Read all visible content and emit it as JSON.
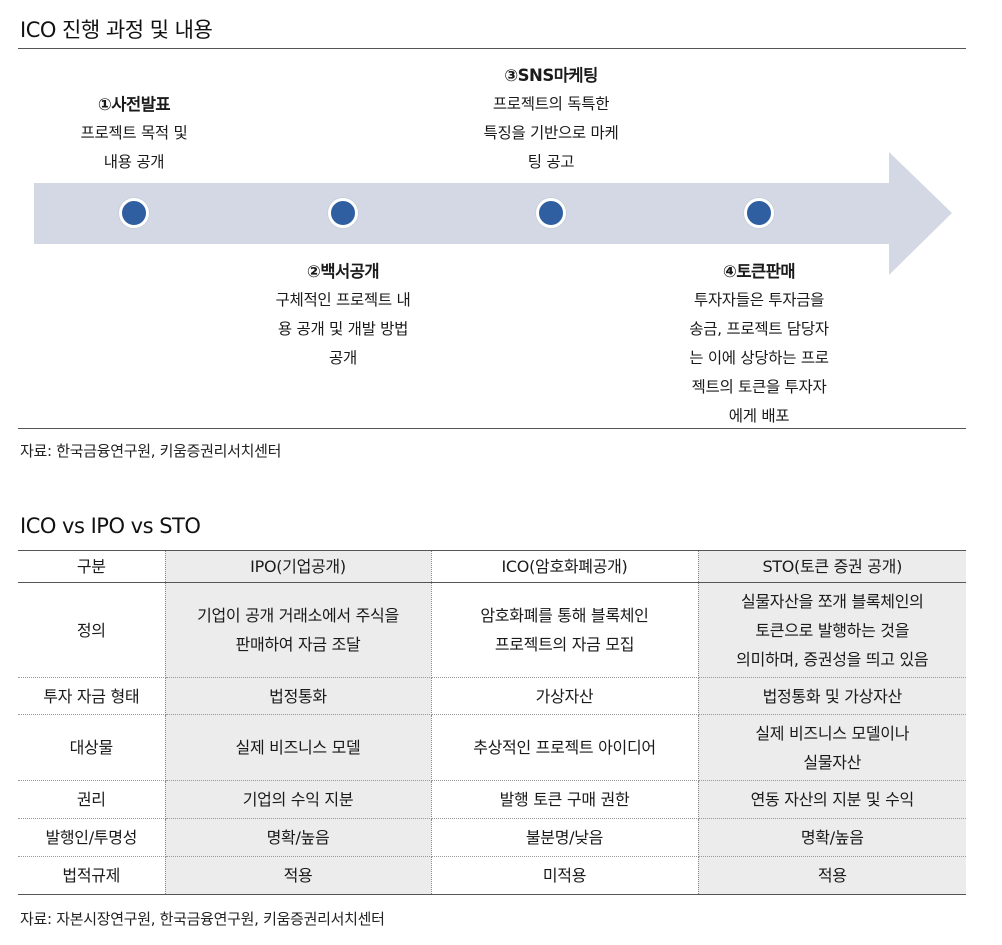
{
  "section1": {
    "title": "ICO 진행 과정 및 내용",
    "steps": [
      {
        "title": "①사전발표",
        "desc": "프로젝트 목적 및\n내용 공개"
      },
      {
        "title": "②백서공개",
        "desc": "구체적인 프로젝트 내\n용 공개 및 개발 방법\n공개"
      },
      {
        "title": "③SNS마케팅",
        "desc": "프로젝트의 독특한\n특징을 기반으로 마케\n팅 공고"
      },
      {
        "title": "④토큰판매",
        "desc": "투자자들은 투자금을\n송금, 프로젝트 담당자\n는 이에 상당하는 프로\n젝트의 토큰을 투자자\n에게 배포"
      }
    ],
    "source": "자료: 한국금융연구원, 키움증권리서치센터"
  },
  "section2": {
    "title": "ICO vs IPO vs STO",
    "headers": [
      "구분",
      "IPO(기업공개)",
      "ICO(암호화폐공개)",
      "STO(토큰 증권 공개)"
    ],
    "rows": [
      {
        "label": "정의",
        "ipo": "기업이 공개 거래소에서 주식을\n판매하여 자금 조달",
        "ico": "암호화폐를 통해 블록체인\n프로젝트의 자금 모집",
        "sto": "실물자산을 쪼개 블록체인의\n토큰으로 발행하는 것을\n의미하며, 증권성을 띄고 있음"
      },
      {
        "label": "투자 자금 형태",
        "ipo": "법정통화",
        "ico": "가상자산",
        "sto": "법정통화 및 가상자산"
      },
      {
        "label": "대상물",
        "ipo": "실제 비즈니스 모델",
        "ico": "추상적인 프로젝트 아이디어",
        "sto": "실제 비즈니스 모델이나\n실물자산"
      },
      {
        "label": "권리",
        "ipo": "기업의 수익 지분",
        "ico": "발행 토큰 구매 권한",
        "sto": "연동 자산의 지분 및 수익"
      },
      {
        "label": "발행인/투명성",
        "ipo": "명확/높음",
        "ico": "불분명/낮음",
        "sto": "명확/높음"
      },
      {
        "label": "법적규제",
        "ipo": "적용",
        "ico": "미적용",
        "sto": "적용"
      }
    ],
    "source": "자료: 자본시장연구원, 한국금융연구원, 키움증권리서치센터"
  },
  "colors": {
    "arrow": "#d3d8e4",
    "dot": "#2f5fa0",
    "shade": "#ececec"
  }
}
